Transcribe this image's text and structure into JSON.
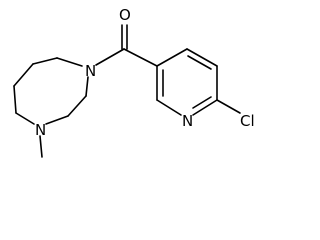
{
  "atoms": {
    "carbonyl_oxygen": "O",
    "diazepane_n_amide": "N",
    "diazepane_n_methyl": "N",
    "pyridine_n": "N",
    "chlorine": "Cl"
  },
  "colors": {
    "background": "#ffffff",
    "ink": "#000000"
  }
}
